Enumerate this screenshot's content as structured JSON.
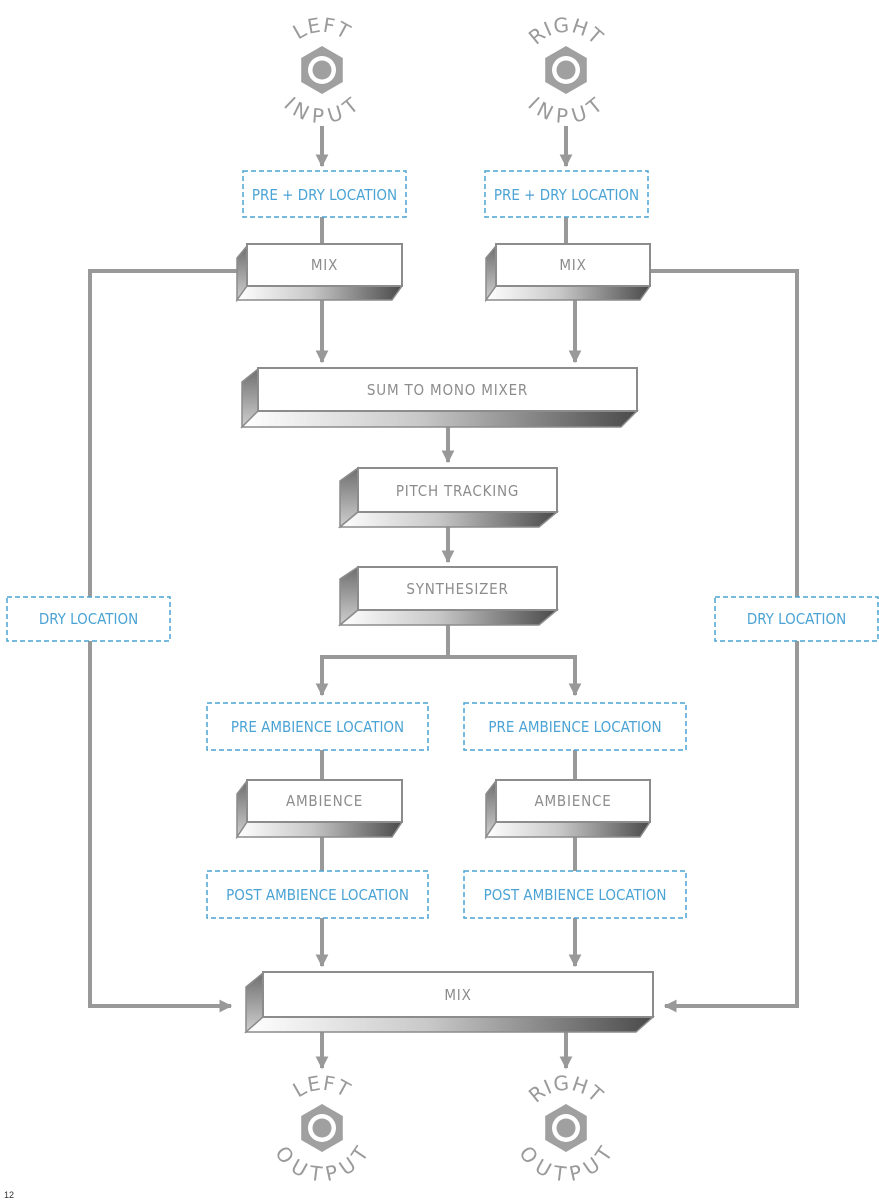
{
  "jacks": {
    "left_input": {
      "top": "LEFT",
      "bottom": "INPUT"
    },
    "right_input": {
      "top": "RIGHT",
      "bottom": "INPUT"
    },
    "left_output": {
      "top": "LEFT",
      "bottom": "OUTPUT"
    },
    "right_output": {
      "top": "RIGHT",
      "bottom": "OUTPUT"
    }
  },
  "locations": {
    "pre_dry_left": "PRE + DRY LOCATION",
    "pre_dry_right": "PRE + DRY LOCATION",
    "dry_left": "DRY LOCATION",
    "dry_right": "DRY LOCATION",
    "pre_ambience_left": "PRE AMBIENCE LOCATION",
    "pre_ambience_right": "PRE AMBIENCE LOCATION",
    "post_ambience_left": "POST AMBIENCE LOCATION",
    "post_ambience_right": "POST AMBIENCE LOCATION"
  },
  "blocks": {
    "mix_left": "MIX",
    "mix_right": "MIX",
    "sum_to_mono": "SUM TO MONO MIXER",
    "pitch_tracking": "PITCH TRACKING",
    "synthesizer": "SYNTHESIZER",
    "ambience_left": "AMBIENCE",
    "ambience_right": "AMBIENCE",
    "mix_output": "MIX"
  },
  "colors": {
    "block_outline": "#8c8c8c",
    "location_blue": "#4aa3d4",
    "line_gray": "#999999"
  },
  "page_number": "12"
}
